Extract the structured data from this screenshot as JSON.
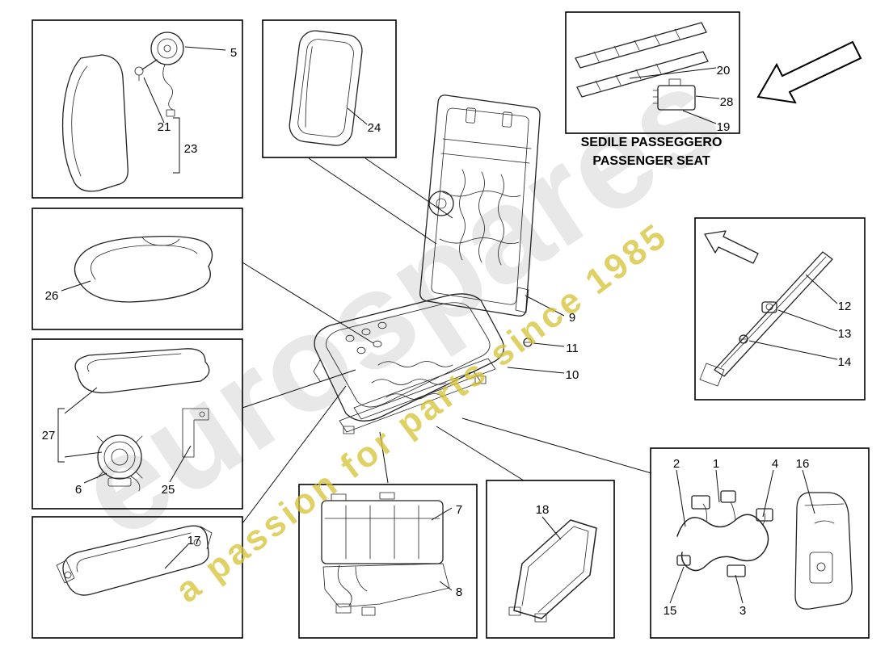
{
  "watermark": {
    "brand": "eurospares",
    "tagline": "a passion for parts since 1985"
  },
  "caption": {
    "line1": "SEDILE PASSEGGERO",
    "line2": "PASSENGER SEAT"
  },
  "callouts": {
    "c1": "1",
    "c2": "2",
    "c3": "3",
    "c4": "4",
    "c5": "5",
    "c6": "6",
    "c7": "7",
    "c8": "8",
    "c9": "9",
    "c10": "10",
    "c11": "11",
    "c12": "12",
    "c13": "13",
    "c14": "14",
    "c15": "15",
    "c16": "16",
    "c17": "17",
    "c18": "18",
    "c19": "19",
    "c20": "20",
    "c21": "21",
    "c23": "23",
    "c24": "24",
    "c25": "25",
    "c26": "26",
    "c27": "27",
    "c28": "28"
  },
  "icons": {
    "direction_arrow": "large outline arrow pointing lower-left",
    "detail_arrow": "small outline arrow pointing upper-left"
  },
  "colors": {
    "background": "#ffffff",
    "line": "#222222",
    "box_border": "#000000",
    "watermark_gray": "#d6d6d6",
    "watermark_yellow": "#d7c53c"
  }
}
